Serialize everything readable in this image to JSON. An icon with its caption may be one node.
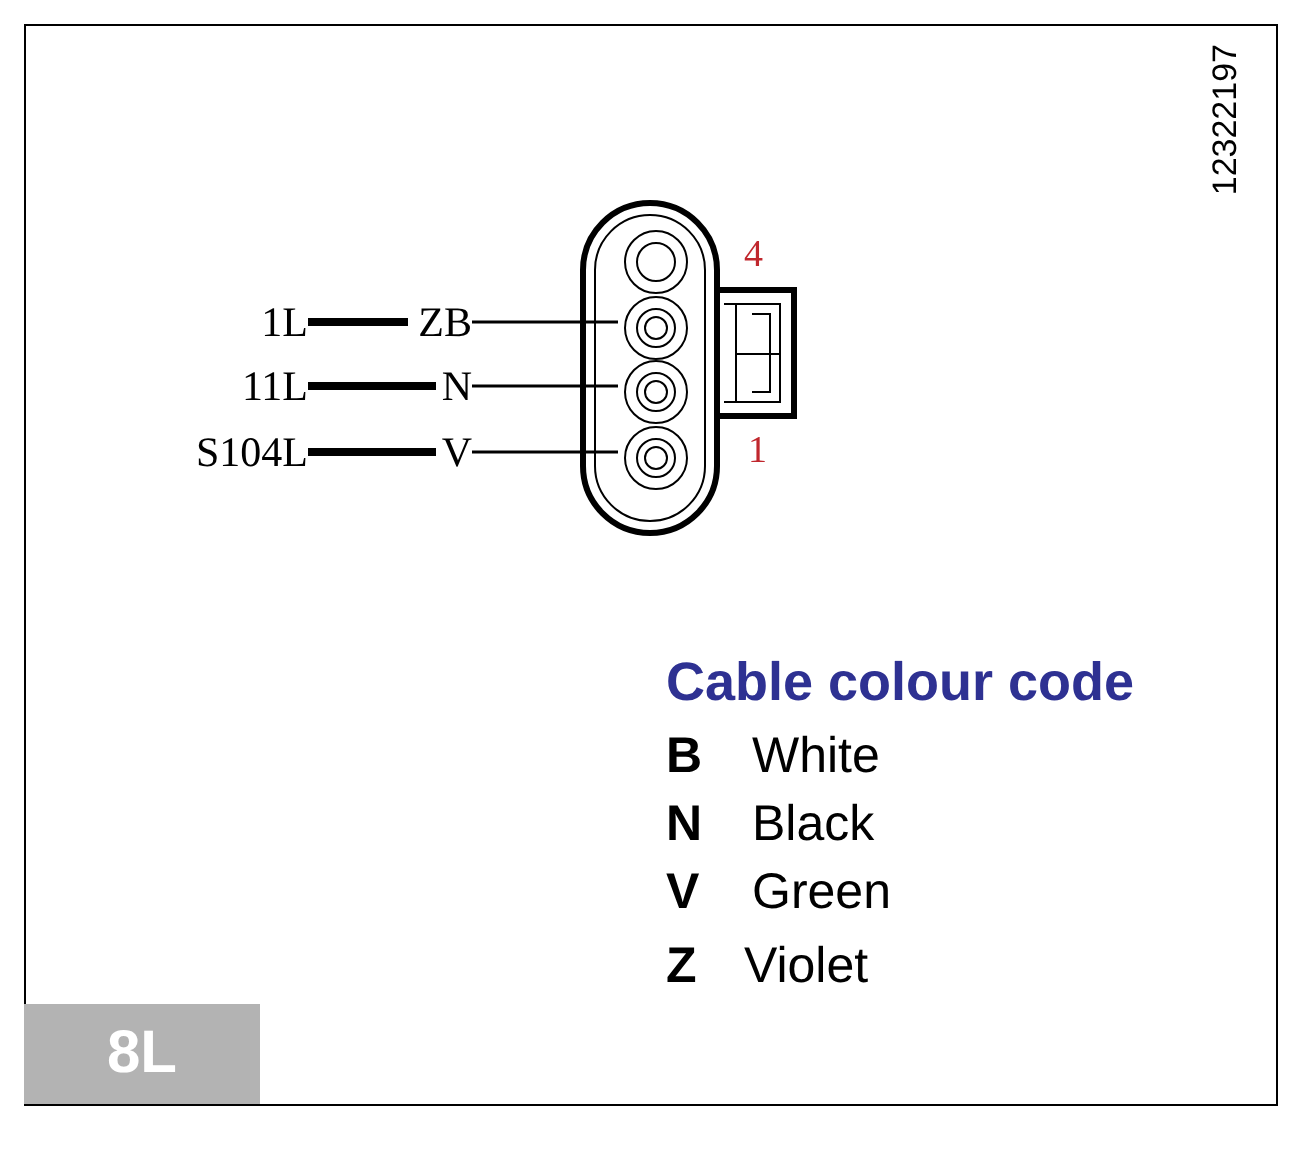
{
  "diagram": {
    "nodes": [
      {
        "text": [],
        "shape": "box"
      },
      {
        "text": [],
        "shape": "circle",
        "in": 0
      },
      {
        "text": [],
        "shape": "circle",
        "in": 0
      },
      {
        "text": [],
        "shape": "circle",
        "in": 0
      },
      {
        "text": [],
        "shape": "circle",
        "in": 0
      },
      {
        "text": [
          "1L"
        ]
      },
      {
        "text": [
          "11L"
        ]
      },
      {
        "text": [
          "S104L"
        ]
      },
      {
        "text": [
          "ZB"
        ]
      },
      {
        "text": [
          "N"
        ]
      },
      {
        "text": [
          "V"
        ]
      }
    ],
    "edges": [
      {
        "from": 5,
        "to": 8,
        "arrow": "none",
        "style": "thick"
      },
      {
        "from": 6,
        "to": 9,
        "arrow": "none",
        "style": "thick"
      },
      {
        "from": 7,
        "to": 10,
        "arrow": "none",
        "style": "thick"
      },
      {
        "from": 8,
        "to": 2,
        "arrow": "none"
      },
      {
        "from": 9,
        "to": 3,
        "arrow": "none"
      },
      {
        "from": 10,
        "to": 4,
        "arrow": "none"
      }
    ],
    "labels": [
      "12322197",
      "4",
      "1",
      "Cable colour code",
      "B",
      "White",
      "N",
      "Black",
      "V",
      "Green",
      "Z",
      "Violet",
      "8L"
    ]
  }
}
